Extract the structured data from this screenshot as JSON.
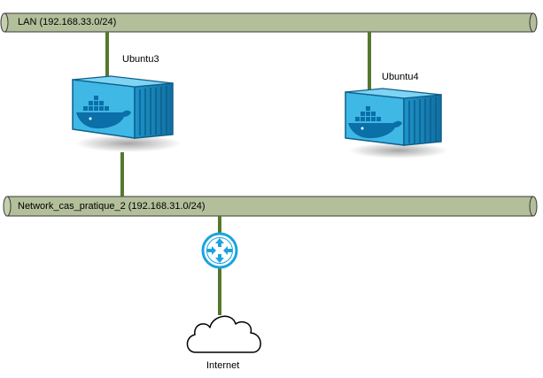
{
  "networks": {
    "lan": {
      "label": "LAN (192.168.33.0/24)"
    },
    "cas_pratique": {
      "label": "Network_cas_pratique_2 (192.168.31.0/24)"
    }
  },
  "containers": {
    "ubuntu3": {
      "label": "Ubuntu3",
      "icon": "docker-container-icon"
    },
    "ubuntu4": {
      "label": "Ubuntu4",
      "icon": "docker-container-icon"
    }
  },
  "router": {
    "icon": "router-icon"
  },
  "internet": {
    "label": "Internet",
    "icon": "cloud-icon"
  },
  "colors": {
    "bus_fill": "#b3bf9a",
    "bus_stroke": "#3a3a3a",
    "link": "#56782e",
    "container_blue": "#3fb8e6",
    "container_dark": "#0b6fa8",
    "router_blue": "#1aa3e0"
  }
}
